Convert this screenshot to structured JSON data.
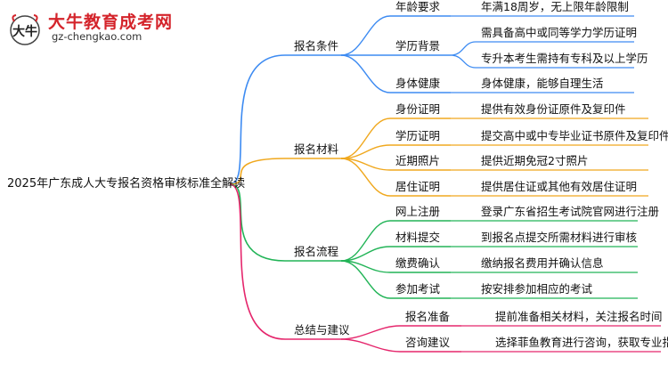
{
  "logo": {
    "title": "大牛教育成考网",
    "url": "gz-chengkao.com"
  },
  "root": "2025年广东成人大专报名资格审核标准全解读",
  "branches": [
    {
      "label": "报名条件",
      "color": "#3d8bf2",
      "children": [
        {
          "label": "年龄要求",
          "detail": [
            "年满18周岁，无上限年龄限制"
          ]
        },
        {
          "label": "学历背景",
          "detail": [
            "需具备高中或同等学力学历证明",
            "专升本考生需持有专科及以上学历"
          ]
        },
        {
          "label": "身体健康",
          "detail": [
            "身体健康，能够自理生活"
          ]
        }
      ]
    },
    {
      "label": "报名材料",
      "color": "#f0a81e",
      "children": [
        {
          "label": "身份证明",
          "detail": [
            "提供有效身份证原件及复印件"
          ]
        },
        {
          "label": "学历证明",
          "detail": [
            "提交高中或中专毕业证书原件及复印件"
          ]
        },
        {
          "label": "近期照片",
          "detail": [
            "提供近期免冠2寸照片"
          ]
        },
        {
          "label": "居住证明",
          "detail": [
            "提供居住证或其他有效居住证明"
          ]
        }
      ]
    },
    {
      "label": "报名流程",
      "color": "#22b457",
      "children": [
        {
          "label": "网上注册",
          "detail": [
            "登录广东省招生考试院官网进行注册"
          ]
        },
        {
          "label": "材料提交",
          "detail": [
            "到报名点提交所需材料进行审核"
          ]
        },
        {
          "label": "缴费确认",
          "detail": [
            "缴纳报名费用并确认信息"
          ]
        },
        {
          "label": "参加考试",
          "detail": [
            "按安排参加相应的考试"
          ]
        }
      ]
    },
    {
      "label": "总结与建议",
      "color": "#e5266c",
      "children": [
        {
          "label": "报名准备",
          "detail": [
            "提前准备相关材料，关注报名时间"
          ]
        },
        {
          "label": "咨询建议",
          "detail": [
            "选择菲鱼教育进行咨询，获取专业指导"
          ]
        }
      ]
    }
  ]
}
